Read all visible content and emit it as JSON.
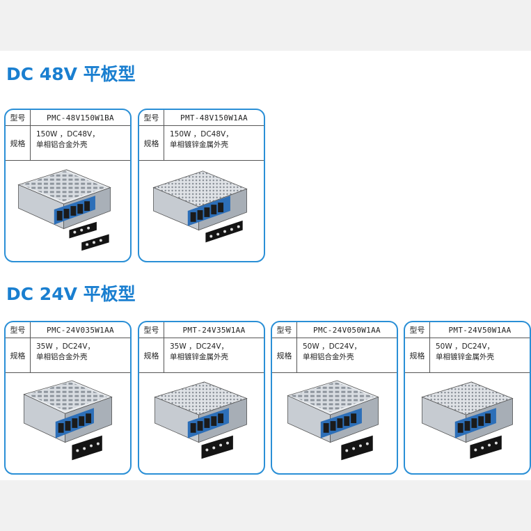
{
  "colors": {
    "accent": "#2a8fd6",
    "title": "#1a7fd0",
    "page_background": "#f1f1f1"
  },
  "labels": {
    "model": "型号",
    "spec": "规格"
  },
  "sections": [
    {
      "title": "DC 48V 平板型",
      "products": [
        {
          "model": "PMC-48V150W1BA",
          "spec_line1": "150W ，DC48V，",
          "spec_line2": "单相铝合金外壳",
          "housing": "aluminum-case-icon"
        },
        {
          "model": "PMT-48V150W1AA",
          "spec_line1": "150W ，DC48V，",
          "spec_line2": "单相镀锌金属外壳",
          "housing": "perforated-case-icon"
        }
      ]
    },
    {
      "title": "DC 24V 平板型",
      "products": [
        {
          "model": "PMC-24V035W1AA",
          "spec_line1": "35W ，DC24V，",
          "spec_line2": "单相铝合金外壳",
          "housing": "aluminum-case-icon"
        },
        {
          "model": "PMT-24V35W1AA",
          "spec_line1": "35W ，DC24V，",
          "spec_line2": "单相镀锌金属外壳",
          "housing": "perforated-case-icon"
        },
        {
          "model": "PMC-24V050W1AA",
          "spec_line1": "50W ，DC24V，",
          "spec_line2": "单相铝合金外壳",
          "housing": "aluminum-case-icon"
        },
        {
          "model": "PMT-24V50W1AA",
          "spec_line1": "50W ，DC24V，",
          "spec_line2": "单相镀锌金属外壳",
          "housing": "perforated-case-icon"
        }
      ]
    }
  ]
}
